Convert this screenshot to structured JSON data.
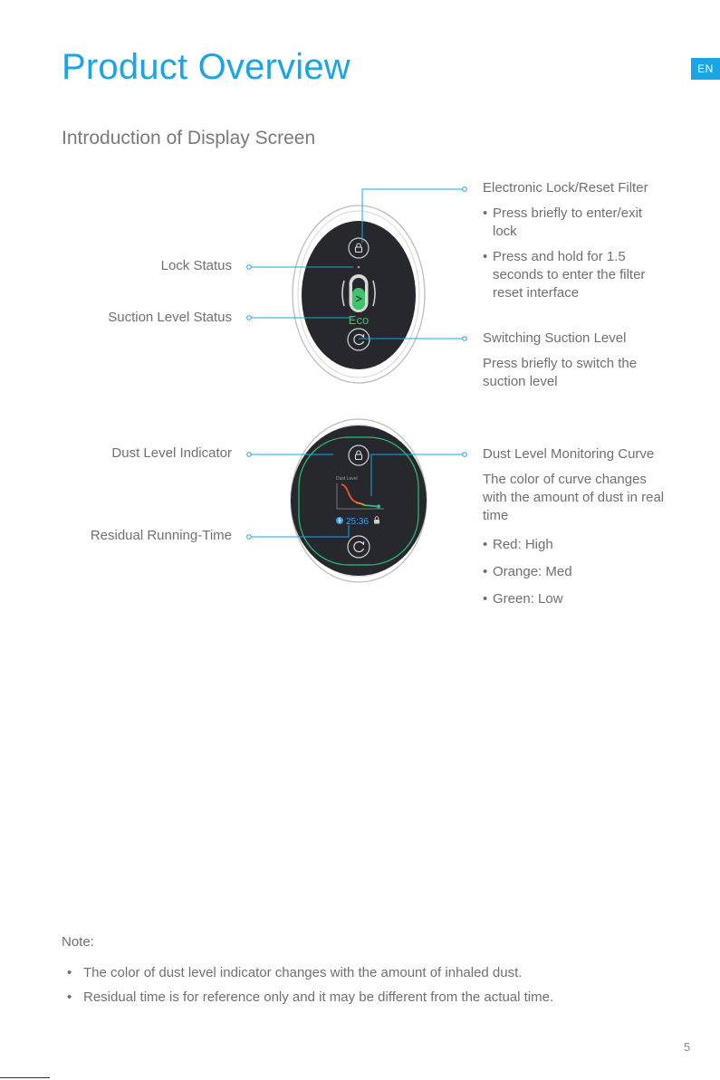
{
  "page": {
    "title": "Product Overview",
    "lang_badge": "EN",
    "subtitle": "Introduction of Display Screen",
    "page_number": "5"
  },
  "colors": {
    "accent": "#1aa6e4",
    "eco_green": "#3ec56a",
    "dust_ring": "#2bbf6e",
    "curve_red": "#e8542b",
    "curve_orange": "#f08a2a",
    "curve_green": "#2bbf6e"
  },
  "display1": {
    "labels": {
      "lock_status": "Lock Status",
      "suction_level_status": "Suction Level Status"
    },
    "screen_text": "Eco",
    "icons": [
      "lock-icon",
      "suction-mode-icon",
      "cycle-icon"
    ],
    "electronic_lock": {
      "heading": "Electronic Lock/Reset Filter",
      "items": [
        "Press briefly to enter/exit lock",
        "Press and hold for 1.5 seconds to enter the filter reset interface"
      ]
    },
    "switching_suction": {
      "heading": "Switching Suction Level",
      "text": "Press briefly to switch the suction level"
    }
  },
  "display2": {
    "labels": {
      "dust_level_indicator": "Dust Level Indicator",
      "residual_running_time": "Residual Running-Time"
    },
    "screen_label": "Dust Level",
    "screen_time": "25:36",
    "icons": [
      "lock-icon",
      "dust-level-curve",
      "battery-icon",
      "cycle-icon"
    ],
    "dust_curve": {
      "heading": "Dust Level Monitoring Curve",
      "text": "The color of curve changes with the amount of dust in real time",
      "items": [
        "Red: High",
        "Orange: Med",
        "Green: Low"
      ]
    }
  },
  "note": {
    "title": "Note:",
    "items": [
      "The color of dust level indicator changes with the amount of inhaled dust.",
      "Residual time is for reference only and it may be  different  from the actual time."
    ]
  }
}
